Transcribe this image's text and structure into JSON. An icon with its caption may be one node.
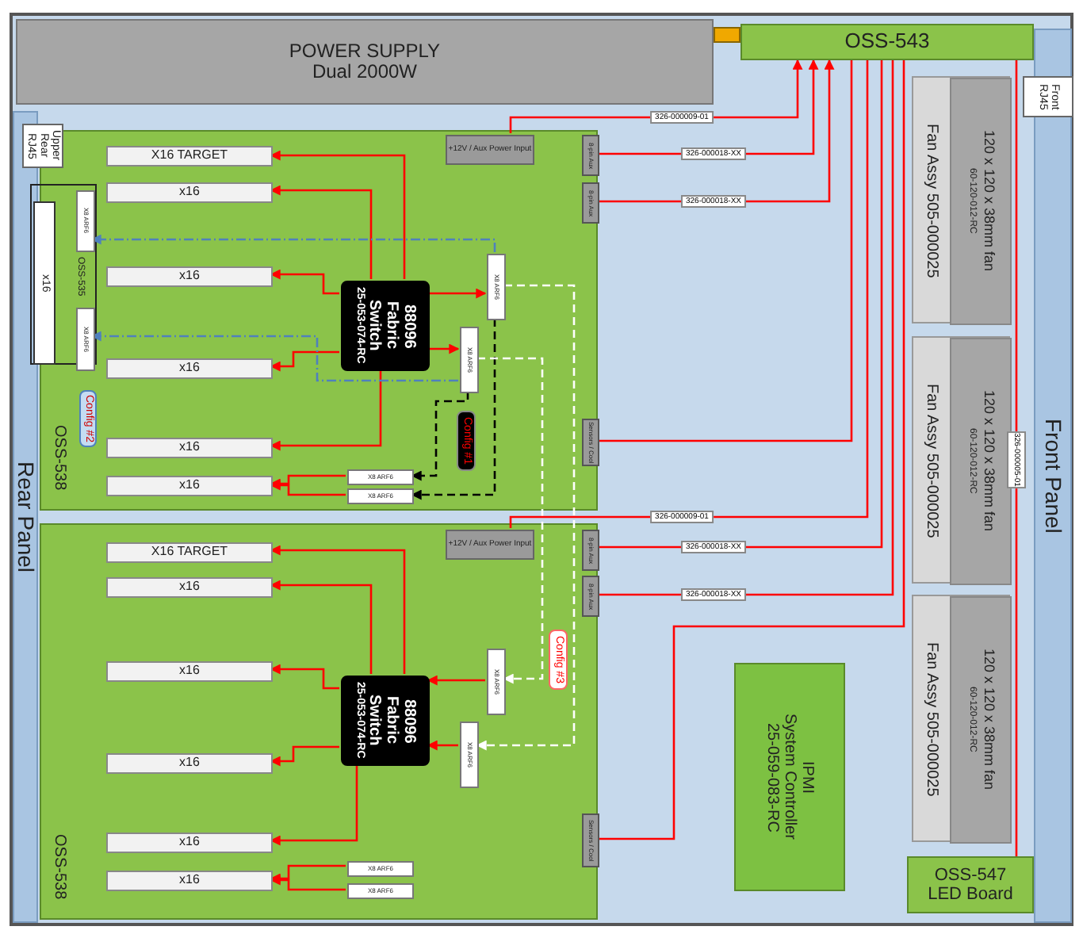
{
  "diagram": {
    "nodes": [
      {
        "text": [
          "POWER SUPPLY",
          "Dual 2000W"
        ]
      },
      {
        "text": [
          "OSS-543"
        ]
      },
      {
        "text": [
          "Front RJ45"
        ]
      },
      {
        "text": [
          "Upper Rear RJ45"
        ]
      },
      {
        "text": [
          "Rear Panel"
        ]
      },
      {
        "text": [
          "Front Panel"
        ]
      },
      {
        "text": [
          "OSS-538"
        ]
      },
      {
        "text": [
          "X16 TARGET"
        ],
        "in": 6
      },
      {
        "text": [
          "x16"
        ],
        "in": 6
      },
      {
        "text": [
          "x16"
        ],
        "in": 6
      },
      {
        "text": [
          "x16"
        ],
        "in": 6
      },
      {
        "text": [
          "x16"
        ],
        "in": 6
      },
      {
        "text": [
          "x16"
        ],
        "in": 6
      },
      {
        "text": [
          "88096 Fabric Switch",
          "25-053-074-RC"
        ],
        "in": 6
      },
      {
        "text": [
          "+12V / Aux Power Input"
        ],
        "in": 6
      },
      {
        "text": [
          "8-pin Aux"
        ],
        "in": 6
      },
      {
        "text": [
          "8-pin Aux"
        ],
        "in": 6
      },
      {
        "text": [
          "Sensors / Cool"
        ],
        "in": 6
      },
      {
        "text": [
          "X8 ARF6"
        ],
        "in": 6
      },
      {
        "text": [
          "X8 ARF6"
        ],
        "in": 6
      },
      {
        "text": [
          "X8 ARF6"
        ],
        "in": 6
      },
      {
        "text": [
          "X8 ARF6"
        ],
        "in": 6
      },
      {
        "text": [
          "Config #1"
        ],
        "in": 6
      },
      {
        "text": [
          "Config #2"
        ],
        "in": 6
      },
      {
        "text": [
          "OSS-535"
        ],
        "in": 6
      },
      {
        "text": [
          "x16"
        ],
        "in": 24
      },
      {
        "text": [
          "X8 ARF6"
        ],
        "in": 24
      },
      {
        "text": [
          "X8 ARF6"
        ],
        "in": 24
      },
      {
        "text": [
          "OSS-538"
        ]
      },
      {
        "text": [
          "X16 TARGET"
        ],
        "in": 28
      },
      {
        "text": [
          "x16"
        ],
        "in": 28
      },
      {
        "text": [
          "x16"
        ],
        "in": 28
      },
      {
        "text": [
          "x16"
        ],
        "in": 28
      },
      {
        "text": [
          "x16"
        ],
        "in": 28
      },
      {
        "text": [
          "x16"
        ],
        "in": 28
      },
      {
        "text": [
          "88096 Fabric Switch",
          "25-053-074-RC"
        ],
        "in": 28
      },
      {
        "text": [
          "+12V / Aux Power Input"
        ],
        "in": 28
      },
      {
        "text": [
          "8-pin Aux"
        ],
        "in": 28
      },
      {
        "text": [
          "8-pin Aux"
        ],
        "in": 28
      },
      {
        "text": [
          "Sensors / Cool"
        ],
        "in": 28
      },
      {
        "text": [
          "X8 ARF6"
        ],
        "in": 28
      },
      {
        "text": [
          "X8 ARF6"
        ],
        "in": 28
      },
      {
        "text": [
          "X8 ARF6"
        ],
        "in": 28
      },
      {
        "text": [
          "X8 ARF6"
        ],
        "in": 28
      },
      {
        "text": [
          "Config #3"
        ],
        "in": 28
      },
      {
        "text": [
          "Fan Assy 505-000025"
        ]
      },
      {
        "text": [
          "120 x 120 x 38mm fan",
          "60-120-012-RC"
        ],
        "in": 45
      },
      {
        "text": [
          "Fan Assy 505-000025"
        ]
      },
      {
        "text": [
          "120 x 120 x 38mm fan",
          "60-120-012-RC"
        ],
        "in": 47
      },
      {
        "text": [
          "Fan Assy 505-000025"
        ]
      },
      {
        "text": [
          "120 x 120 x 38mm fan",
          "60-120-012-RC"
        ],
        "in": 49
      },
      {
        "text": [
          "IPMI",
          "System Controller",
          "25-059-083-RC"
        ]
      },
      {
        "text": [
          "OSS-547",
          "LED Board"
        ]
      }
    ],
    "edges": [
      {
        "from": 13,
        "to": 7,
        "arrow": "to"
      },
      {
        "from": 13,
        "to": 8,
        "arrow": "to"
      },
      {
        "from": 13,
        "to": 9,
        "arrow": "to"
      },
      {
        "from": 13,
        "to": 10,
        "arrow": "to"
      },
      {
        "from": 13,
        "to": 11,
        "arrow": "to"
      },
      {
        "from": 13,
        "to": 18,
        "arrow": "to"
      },
      {
        "from": 13,
        "to": 19,
        "arrow": "to"
      },
      {
        "from": 20,
        "to": 12,
        "arrow": "to"
      },
      {
        "from": 21,
        "to": 12,
        "arrow": "to"
      },
      {
        "from": 19,
        "to": 20,
        "arrow": "to",
        "style": "dashed",
        "color": "#000000"
      },
      {
        "from": 18,
        "to": 21,
        "arrow": "to",
        "style": "dashed",
        "color": "#000000"
      },
      {
        "from": 18,
        "to": 26,
        "arrow": "to",
        "style": "dashed",
        "color": "#4f81bd"
      },
      {
        "from": 19,
        "to": 27,
        "arrow": "to",
        "style": "dashed",
        "color": "#4f81bd"
      },
      {
        "from": 18,
        "to": 41,
        "arrow": "to",
        "style": "dashed",
        "color": "#ffffff"
      },
      {
        "from": 19,
        "to": 40,
        "arrow": "to",
        "style": "dashed",
        "color": "#ffffff"
      },
      {
        "from": 40,
        "to": 35,
        "arrow": "to"
      },
      {
        "from": 41,
        "to": 35,
        "arrow": "to"
      },
      {
        "from": 35,
        "to": 29,
        "arrow": "to"
      },
      {
        "from": 35,
        "to": 30,
        "arrow": "to"
      },
      {
        "from": 35,
        "to": 31,
        "arrow": "to"
      },
      {
        "from": 35,
        "to": 32,
        "arrow": "to"
      },
      {
        "from": 35,
        "to": 33,
        "arrow": "to"
      },
      {
        "from": 42,
        "to": 34,
        "arrow": "to"
      },
      {
        "from": 43,
        "to": 34,
        "arrow": "to"
      },
      {
        "from": 14,
        "to": 1,
        "arrow": "to",
        "label": "326-000009-01"
      },
      {
        "from": 15,
        "to": 1,
        "arrow": "to",
        "label": "326-000018-XX"
      },
      {
        "from": 16,
        "to": 1,
        "arrow": "to",
        "label": "326-000018-XX"
      },
      {
        "from": 17,
        "to": 1,
        "arrow": "none"
      },
      {
        "from": 36,
        "to": 1,
        "arrow": "none",
        "label": "326-000009-01"
      },
      {
        "from": 37,
        "to": 1,
        "arrow": "none",
        "label": "326-000018-XX"
      },
      {
        "from": 38,
        "to": 1,
        "arrow": "none",
        "label": "326-000018-XX"
      },
      {
        "from": 39,
        "to": 1,
        "arrow": "none"
      },
      {
        "from": 1,
        "to": 52,
        "arrow": "none",
        "label": "326-000005-01"
      }
    ]
  }
}
